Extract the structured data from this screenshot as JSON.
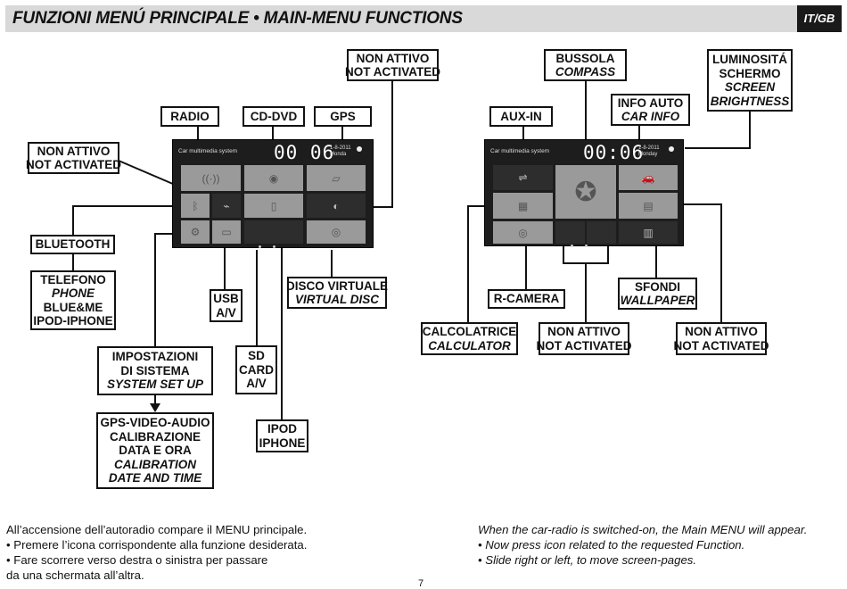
{
  "header": {
    "title": "FUNZIONI MENÚ PRINCIPALE • MAIN-MENU FUNCTIONS",
    "lang": "IT/GB"
  },
  "left_labels": {
    "non_attivo_top": [
      "NON ATTIVO",
      "NOT ACTIVATED"
    ],
    "radio": "RADIO",
    "cd_dvd": "CD-DVD",
    "gps": "GPS",
    "non_attivo_left": [
      "NON ATTIVO",
      "NOT ACTIVATED"
    ],
    "bluetooth": "BLUETOOTH",
    "telefono": [
      "TELEFONO",
      "PHONE",
      "BLUE&ME",
      "IPOD-IPHONE"
    ],
    "usb": [
      "USB",
      "A/V"
    ],
    "disco_virtuale": [
      "DISCO VIRTUALE",
      "VIRTUAL DISC"
    ],
    "impostazioni": [
      "IMPOSTAZIONI",
      "DI SISTEMA",
      "SYSTEM SET UP"
    ],
    "sd_card": [
      "SD",
      "CARD",
      "A/V"
    ],
    "ipod": [
      "IPOD",
      "IPHONE"
    ],
    "gps_video_audio": [
      "GPS-VIDEO-AUDIO",
      "CALIBRAZIONE",
      "DATA E ORA",
      "CALIBRATION",
      "DATE AND TIME"
    ]
  },
  "right_labels": {
    "bussola": [
      "BUSSOLA",
      "COMPASS"
    ],
    "luminosita": [
      "LUMINOSITÁ",
      "SCHERMO",
      "SCREEN",
      "BRIGHTNESS"
    ],
    "info_auto": [
      "INFO AUTO",
      "CAR INFO"
    ],
    "aux_in": "AUX-IN",
    "r_camera": "R-CAMERA",
    "sfondi": [
      "SFONDI",
      "WALLPAPER"
    ],
    "calcolatrice": [
      "CALCOLATRICE",
      "CALCULATOR"
    ],
    "non_attivo_mid": [
      "NON ATTIVO",
      "NOT ACTIVATED"
    ],
    "non_attivo_right": [
      "NON ATTIVO",
      "NOT ACTIVATED"
    ]
  },
  "screen_left": {
    "title": "Car multimedia system",
    "clock": "00 06",
    "date": [
      "1-8-2011",
      "Monda"
    ]
  },
  "screen_right": {
    "title": "Car multimedia system",
    "clock": "00:06",
    "date": [
      "1-8-2011",
      "Monday"
    ]
  },
  "footer": {
    "left": [
      "All’accensione dell’autoradio compare il MENU principale.",
      "• Premere l’icona corrispondente alla funzione desiderata.",
      "• Fare scorrere verso destra o sinistra per passare",
      "da una schermata all’altra."
    ],
    "right": [
      "When the car-radio is switched-on, the Main MENU will appear.",
      "• Now press icon related to the requested Function.",
      "• Slide right or left, to move screen-pages."
    ],
    "page": "7"
  }
}
